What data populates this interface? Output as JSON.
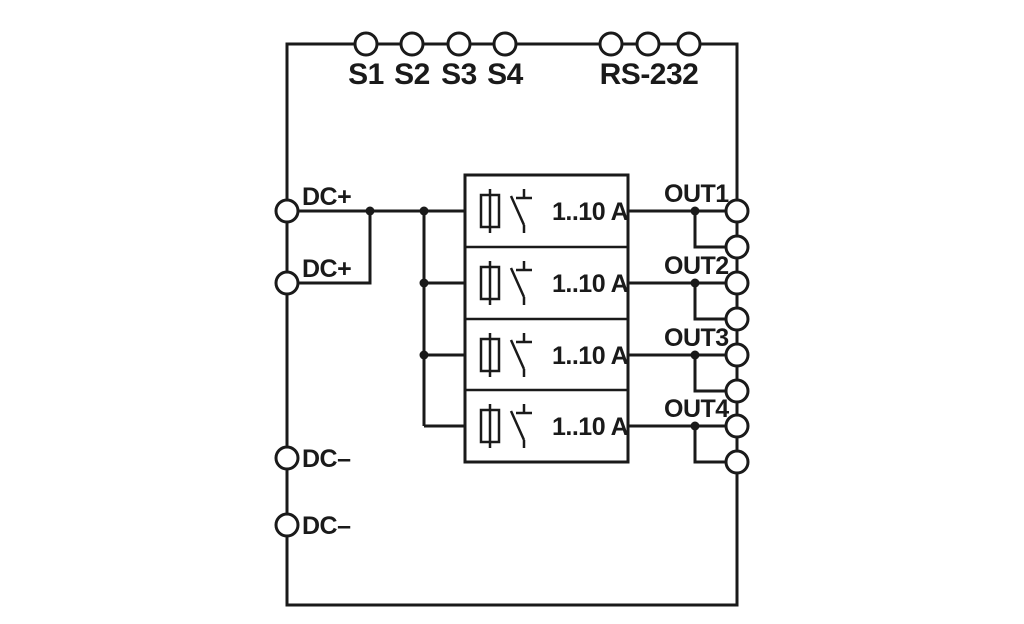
{
  "colors": {
    "line": "#1a1a1a",
    "background": "#ffffff"
  },
  "top_terminals": {
    "signal_labels": [
      "S1",
      "S2",
      "S3",
      "S4"
    ],
    "rs232_label": "RS-232"
  },
  "input_terminals": {
    "dc_plus": [
      "DC+",
      "DC+"
    ],
    "dc_minus": [
      "DC–",
      "DC–"
    ]
  },
  "channels": [
    {
      "output": "OUT1",
      "rating": "1..10 A"
    },
    {
      "output": "OUT2",
      "rating": "1..10 A"
    },
    {
      "output": "OUT3",
      "rating": "1..10 A"
    },
    {
      "output": "OUT4",
      "rating": "1..10 A"
    }
  ]
}
